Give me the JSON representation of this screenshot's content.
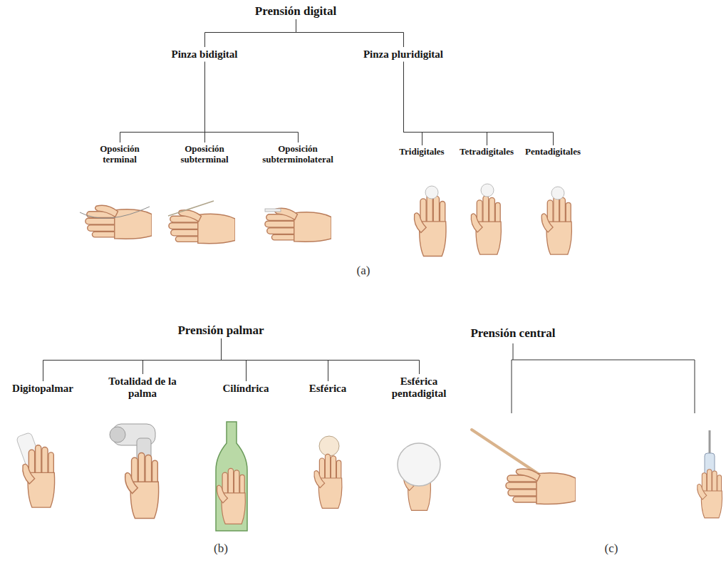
{
  "diagram": {
    "nodes": [
      {
        "text": [
          "Prensión digital"
        ]
      },
      {
        "text": [
          "Pinza bidigital"
        ]
      },
      {
        "text": [
          "Pinza pluridigital"
        ]
      },
      {
        "text": [
          "Oposición terminal"
        ]
      },
      {
        "text": [
          "Oposición subterminal"
        ]
      },
      {
        "text": [
          "Oposición subterminolateral"
        ]
      },
      {
        "text": [
          "Tridigitales"
        ]
      },
      {
        "text": [
          "Tetradigitales"
        ]
      },
      {
        "text": [
          "Pentadigitales"
        ]
      },
      {
        "text": [
          "Prensión palmar"
        ]
      },
      {
        "text": [
          "Digitopalmar"
        ]
      },
      {
        "text": [
          "Totalidad de la palma"
        ]
      },
      {
        "text": [
          "Cilíndrica"
        ]
      },
      {
        "text": [
          "Esférica"
        ]
      },
      {
        "text": [
          "Esférica pentadigital"
        ]
      },
      {
        "text": [
          "Prensión central"
        ]
      }
    ],
    "edges": [
      {
        "from": 0,
        "to": 1,
        "arrow": "none"
      },
      {
        "from": 0,
        "to": 2,
        "arrow": "none"
      },
      {
        "from": 1,
        "to": 3,
        "arrow": "none"
      },
      {
        "from": 1,
        "to": 4,
        "arrow": "none"
      },
      {
        "from": 1,
        "to": 5,
        "arrow": "none"
      },
      {
        "from": 2,
        "to": 6,
        "arrow": "none"
      },
      {
        "from": 2,
        "to": 7,
        "arrow": "none"
      },
      {
        "from": 2,
        "to": 8,
        "arrow": "none"
      },
      {
        "from": 9,
        "to": 10,
        "arrow": "none"
      },
      {
        "from": 9,
        "to": 11,
        "arrow": "none"
      },
      {
        "from": 9,
        "to": 12,
        "arrow": "none"
      },
      {
        "from": 9,
        "to": 13,
        "arrow": "none"
      },
      {
        "from": 9,
        "to": 14,
        "arrow": "none"
      }
    ],
    "labels": [
      "(a)",
      "(b)",
      "(c)"
    ]
  }
}
